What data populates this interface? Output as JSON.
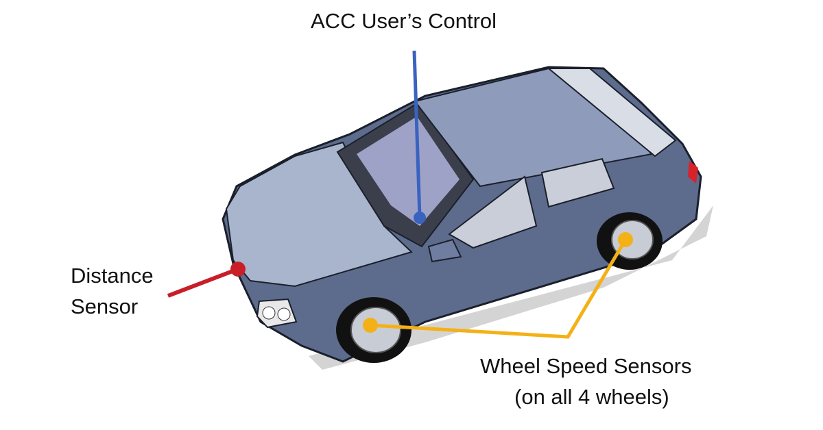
{
  "labels": {
    "acc_control": "ACC User’s Control",
    "distance_sensor_line1": "Distance",
    "distance_sensor_line2": "Sensor",
    "wheel_sensors_line1": "Wheel Speed Sensors",
    "wheel_sensors_line2": "(on all 4 wheels)"
  },
  "colors": {
    "acc_control": "#3a62bf",
    "distance_sensor": "#c81e28",
    "wheel_sensors": "#f4b117",
    "car_body": "#5d6b8c",
    "car_hood": "#a9b5cd"
  }
}
